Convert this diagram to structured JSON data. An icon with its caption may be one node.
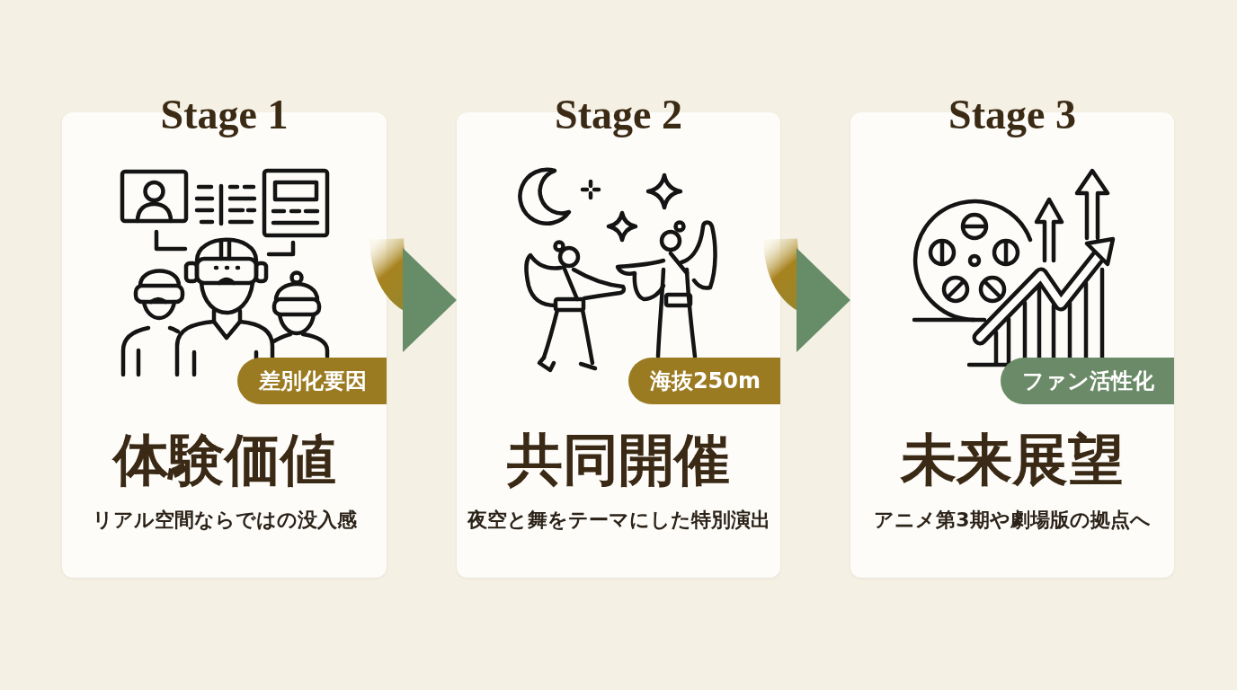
{
  "diagram": {
    "nodes": [
      {
        "text": [
          "Stage 1",
          "体験価値",
          "リアル空間ならではの没入感"
        ]
      },
      {
        "text": [
          "差別化要因"
        ],
        "in": 0
      },
      {
        "text": [
          "Stage 2",
          "共同開催",
          "夜空と舞をテーマにした特別演出"
        ]
      },
      {
        "text": [
          "海抜250m"
        ],
        "in": 2
      },
      {
        "text": [
          "Stage 3",
          "未来展望",
          "アニメ第3期や劇場版の拠点へ"
        ]
      },
      {
        "text": [
          "ファン活性化"
        ],
        "in": 4
      }
    ],
    "edges": [
      {
        "from": 0,
        "to": 2,
        "arrow": "to"
      },
      {
        "from": 2,
        "to": 4,
        "arrow": "to"
      }
    ]
  }
}
